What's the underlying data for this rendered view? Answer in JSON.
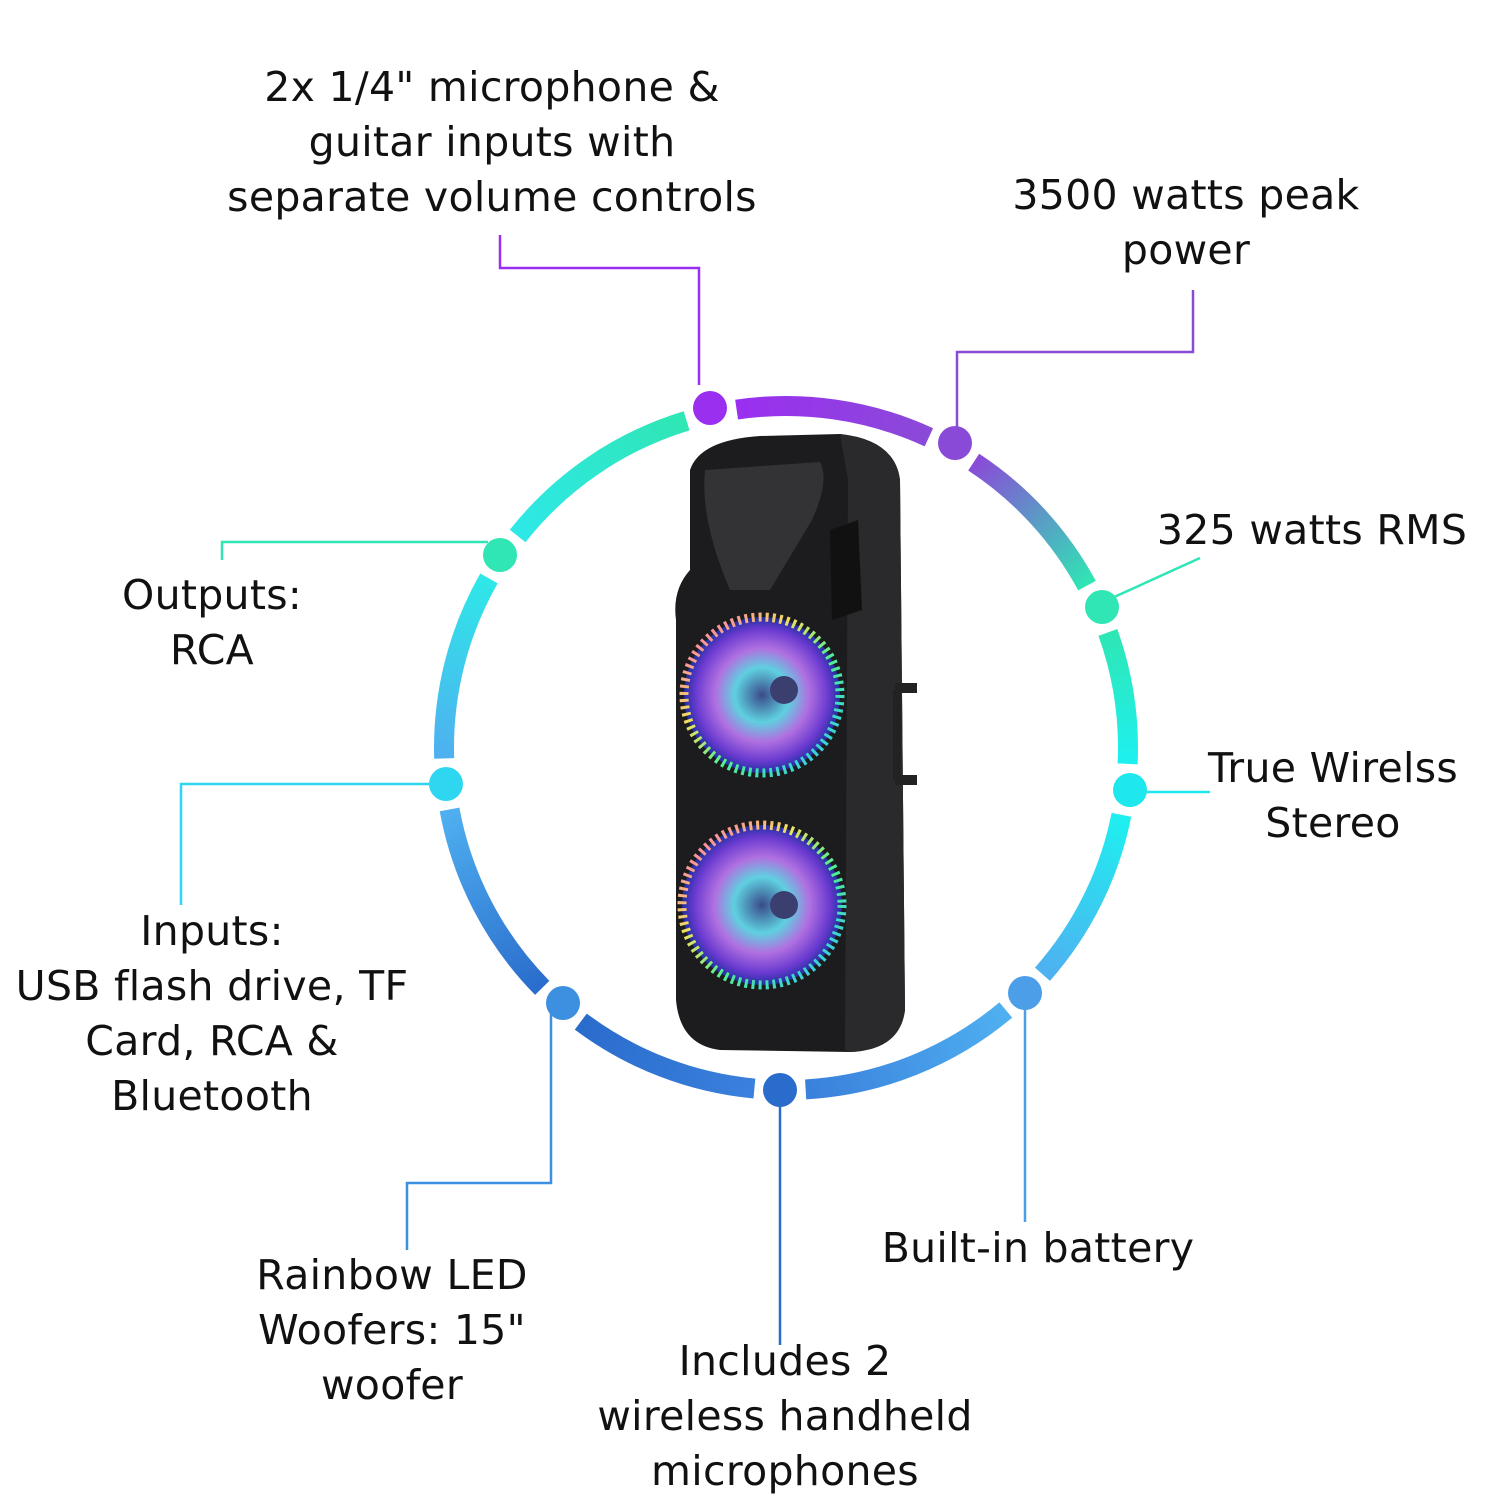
{
  "features": [
    {
      "id": "mic-inputs",
      "text": "2x 1/4\" microphone &\nguitar inputs with\nseparate volume controls",
      "color": "#9a2ff0"
    },
    {
      "id": "peak-power",
      "text": "3500 watts peak\npower",
      "color": "#8a4ad8"
    },
    {
      "id": "rms",
      "text": "325 watts RMS",
      "color": "#2fe6b4"
    },
    {
      "id": "tws",
      "text": "True Wirelss\nStereo",
      "color": "#1ee8ee"
    },
    {
      "id": "battery",
      "text": "Built-in battery",
      "color": "#4c9ee8"
    },
    {
      "id": "microphones",
      "text": "Includes 2\nwireless handheld\nmicrophones",
      "color": "#2a6ccc"
    },
    {
      "id": "woofers",
      "text": "Rainbow LED\nWoofers: 15\"\nwoofer",
      "color": "#3d8fe0"
    },
    {
      "id": "inputs",
      "text": "Inputs:\nUSB flash drive, TF\nCard, RCA &\nBluetooth",
      "color": "#2fd6f0"
    },
    {
      "id": "outputs",
      "text": "Outputs:\nRCA",
      "color": "#2fe6b4"
    }
  ],
  "ring_colors": [
    "#9a2ff0",
    "#8a4ad8",
    "#2fe6b4",
    "#1ef0f0",
    "#4fb0f0",
    "#3a80dc",
    "#2a6ccc",
    "#4fb0f0",
    "#2ee8e8",
    "#2fe6b4"
  ]
}
